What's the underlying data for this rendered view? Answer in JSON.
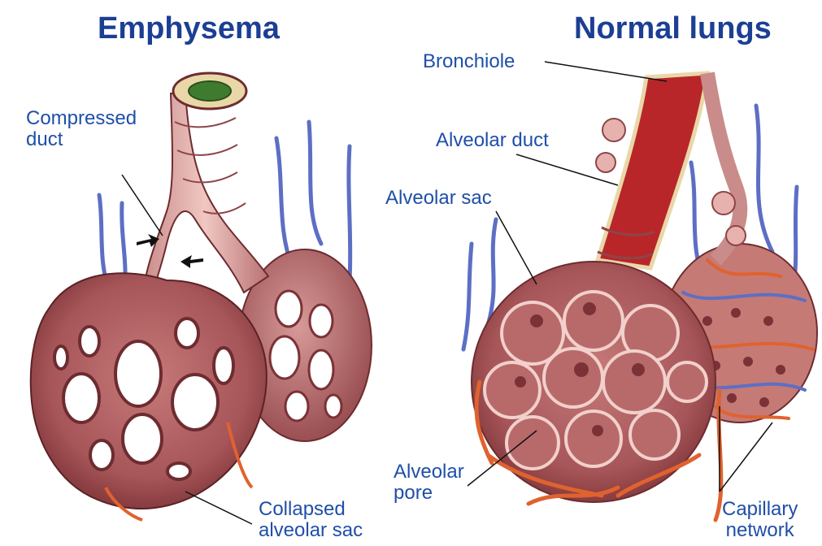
{
  "titles": {
    "left": "Emphysema",
    "right": "Normal lungs"
  },
  "labels": {
    "compressed_duct": [
      "Compressed",
      "duct"
    ],
    "collapsed_sac": [
      "Collapsed",
      "alveolar sac"
    ],
    "bronchiole": "Bronchiole",
    "alveolar_duct": "Alveolar duct",
    "alveolar_sac": "Alveolar sac",
    "alveolar_pore": [
      "Alveolar",
      "pore"
    ],
    "capillary_network": [
      "Capillary",
      "network"
    ]
  },
  "colors": {
    "title": "#1c3f94",
    "label": "#1f4fa8",
    "tissue": "#b9686a",
    "tissue_light": "#e7b2ae",
    "tissue_dark": "#7b3236",
    "vessel_blue": "#5d6fc4",
    "vessel_red": "#e0622e",
    "lumen": "#b8262a"
  }
}
